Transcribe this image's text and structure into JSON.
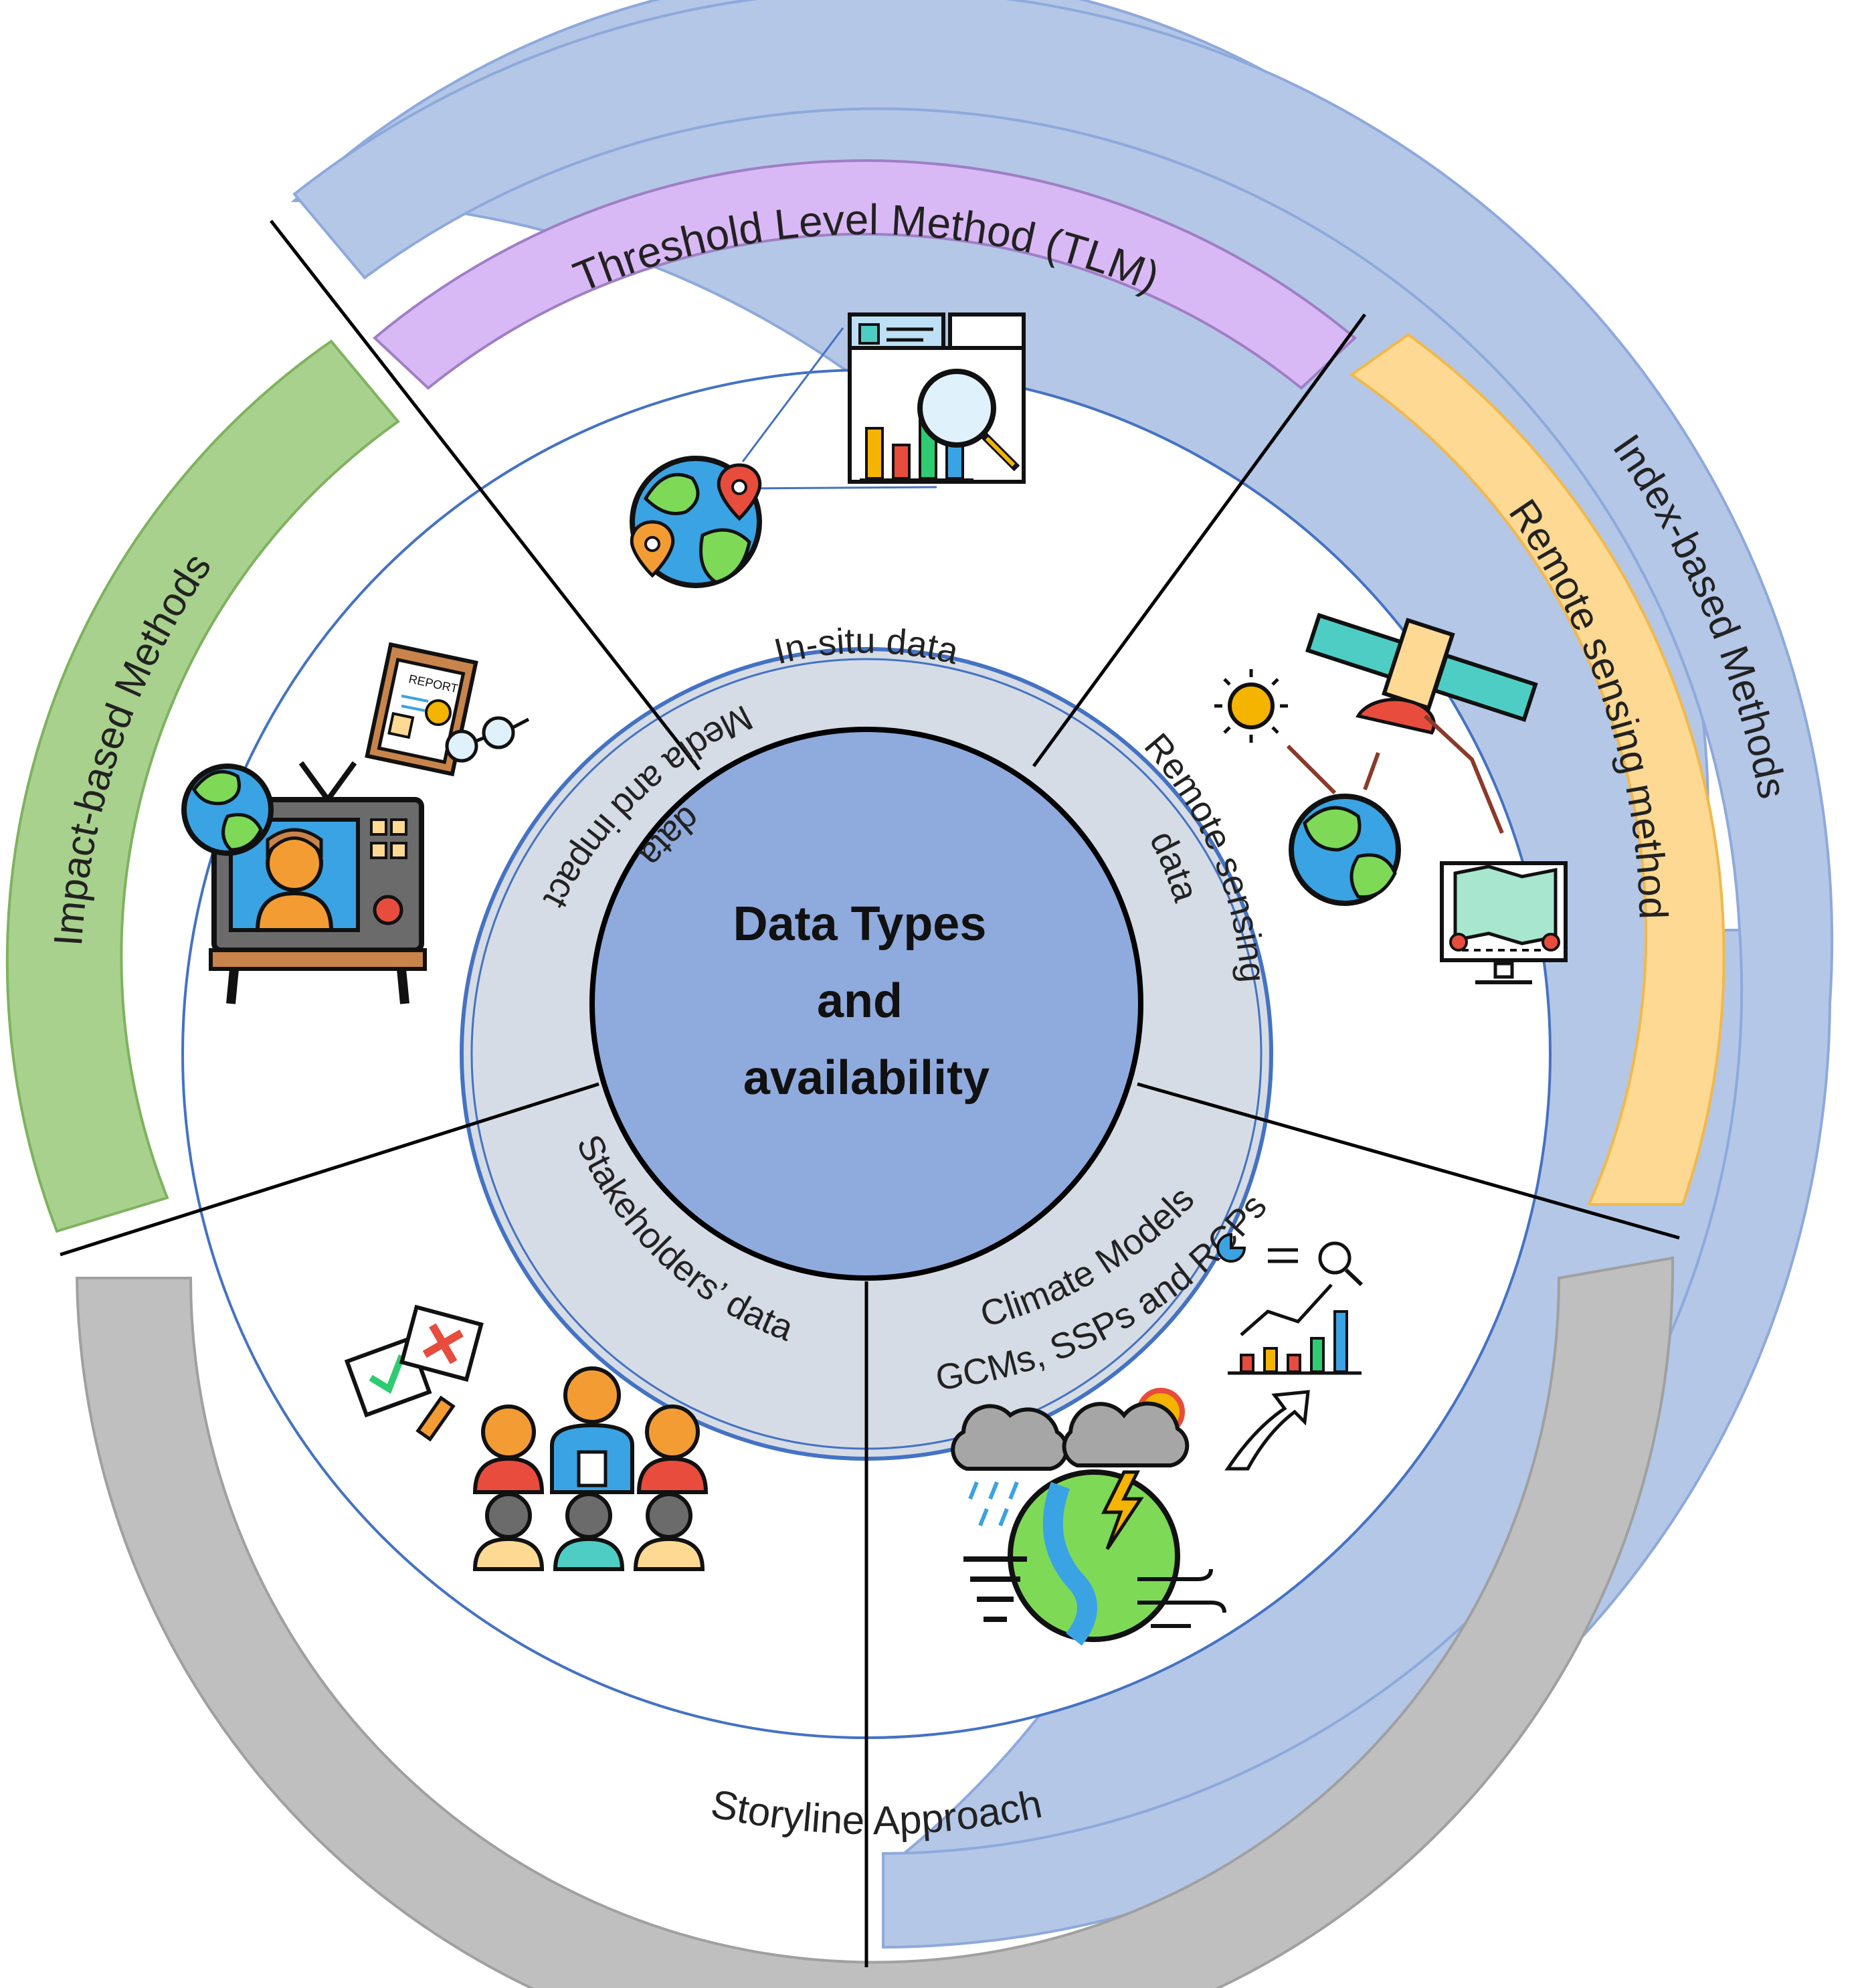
{
  "center": {
    "lines": [
      "Data Types",
      "and",
      "availability"
    ]
  },
  "data_types": {
    "in_situ": "In-situ data",
    "remote_sensing_line1": "Remote sensing",
    "remote_sensing_line2": "data",
    "climate_line1": "Climate Models",
    "climate_line2": "GCMs, SSPs and RCPs",
    "stakeholders": "Stakeholders’ data",
    "media_line1": "Media and impact",
    "media_line2": "data"
  },
  "methods": {
    "threshold": "Threshold Level Method (TLM)",
    "remote_sensing": "Remote sensing method",
    "index": "Index-based Methods",
    "storyline": "Storyline  Approach",
    "impact": "Impact-based Methods"
  },
  "icons": {
    "report_card_text": "REPORT"
  },
  "colors": {
    "center": "#8faadc",
    "ring": "#d6dce5",
    "threshold": "#d9b9f5",
    "remote_sensing": "#fdd993",
    "index": "#b4c7e7",
    "storyline": "#bfbfbf",
    "impact": "#a9d18e",
    "ring_outline": "#4472c4"
  }
}
